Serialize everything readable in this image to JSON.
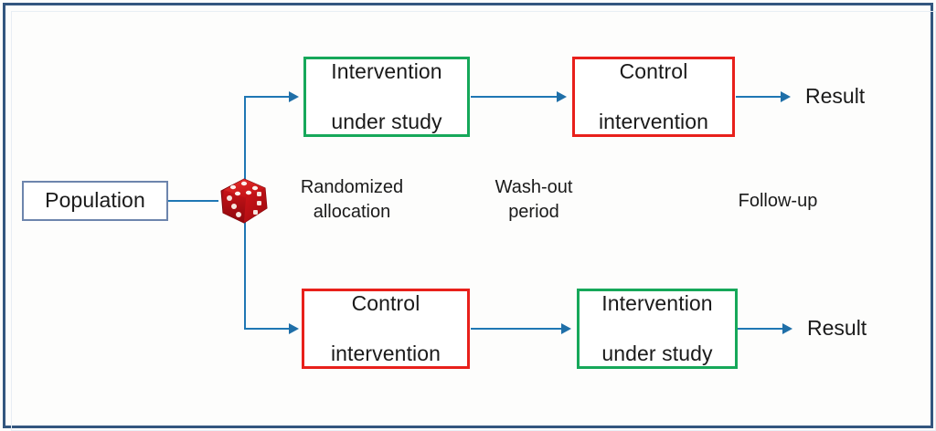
{
  "diagram": {
    "title_visible": false,
    "frame_color": "#33567f",
    "background": "#fdfdfc",
    "colors": {
      "intervention_border": "#16a85a",
      "control_border": "#e8201b",
      "population_border": "#6d85ad",
      "connector": "#1f77b4",
      "dice": "#cf1017",
      "text": "#1a1a1a"
    },
    "nodes": {
      "population": {
        "label": "Population"
      },
      "top_first": {
        "label": "Intervention\nunder study",
        "line1": "Intervention",
        "line2": "under study",
        "type": "intervention"
      },
      "top_second": {
        "label": "Control\nintervention",
        "line1": "Control",
        "line2": "intervention",
        "type": "control"
      },
      "bottom_first": {
        "label": "Control\nintervention",
        "line1": "Control",
        "line2": "intervention",
        "type": "control"
      },
      "bottom_second": {
        "label": "Intervention\nunder study",
        "line1": "Intervention",
        "line2": "under study",
        "type": "intervention"
      }
    },
    "outcomes": {
      "top": "Result",
      "bottom": "Result"
    },
    "stage_labels": {
      "randomization": "Randomized\nallocation",
      "washout": "Wash-out\nperiod",
      "followup": "Follow-up"
    },
    "randomizer": {
      "icon": "dice-icon",
      "pip_faces": [
        5,
        3,
        3
      ]
    }
  }
}
